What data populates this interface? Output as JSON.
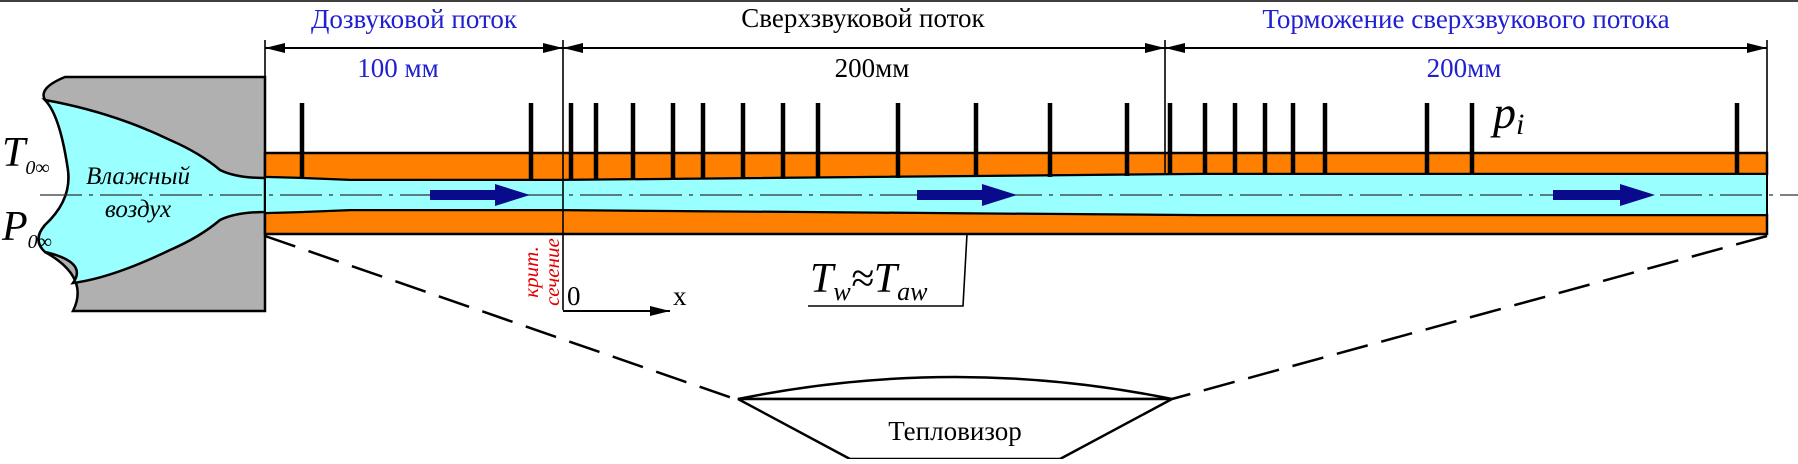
{
  "sections": {
    "subsonic": {
      "label": "Дозвуковой поток",
      "dimension": "100 мм"
    },
    "supersonic": {
      "label": "Сверхзвуковой поток",
      "dimension": "200мм"
    },
    "deceleration": {
      "label": "Торможение сверхзвукового потока",
      "dimension": "200мм"
    }
  },
  "inlet": {
    "label_line1": "Влажный",
    "label_line2": "воздух",
    "temperature_symbol": "T",
    "temperature_sub": "0∞",
    "pressure_symbol": "P",
    "pressure_sub": "0∞"
  },
  "pressure_taps_label": {
    "symbol": "p",
    "sub": "i"
  },
  "critical_section": {
    "line1": "крит.",
    "line2": "сечение"
  },
  "axis": {
    "origin": "0",
    "x_label": "x"
  },
  "wall_temperature": {
    "t1": "T",
    "s1": "w",
    "approx": "≈",
    "t2": "T",
    "s2": "aw"
  },
  "thermal_camera_label": "Тепловизор",
  "colors": {
    "flow": "#99ffff",
    "wall": "#ff8000",
    "inlet_block": "#b0b0b0",
    "arrow": "#0a0a8c",
    "section_label": "#2020d0",
    "critical_label": "#e00000",
    "line": "#000000"
  }
}
